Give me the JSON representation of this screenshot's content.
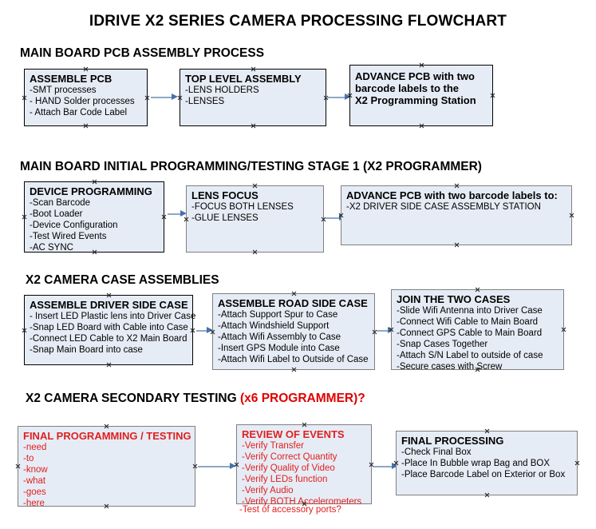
{
  "title": "IDRIVE X2  SERIES CAMERA PROCESSING FLOWCHART",
  "sections": [
    {
      "heading": "MAIN BOARD PCB ASSEMBLY PROCESS",
      "heading_accent": "",
      "nodes": [
        {
          "title": "ASSEMBLE PCB",
          "lines": [
            "-SMT processes",
            "- HAND Solder processes",
            "- Attach Bar Code Label"
          ]
        },
        {
          "title": "TOP LEVEL ASSEMBLY",
          "lines": [
            "-LENS HOLDERS",
            "-LENSES"
          ]
        },
        {
          "title_lines": [
            "ADVANCE PCB with two",
            "barcode labels to the",
            " X2 Programming Station"
          ]
        }
      ]
    },
    {
      "heading": "MAIN BOARD INITIAL PROGRAMMING/TESTING STAGE 1 (X2 PROGRAMMER)",
      "heading_accent": "",
      "nodes": [
        {
          "title": "DEVICE PROGRAMMING",
          "lines": [
            "-Scan Barcode",
            "-Boot Loader",
            "-Device Configuration",
            "-Test Wired Events",
            "-AC SYNC"
          ]
        },
        {
          "title": "LENS FOCUS",
          "lines": [
            "-FOCUS BOTH LENSES",
            "-GLUE LENSES"
          ]
        },
        {
          "title": "ADVANCE PCB with two barcode labels to:",
          "lines": [
            "-X2 DRIVER  SIDE  CASE  ASSEMBLY STATION"
          ]
        }
      ]
    },
    {
      "heading": "X2 CAMERA CASE ASSEMBLIES",
      "heading_accent": "",
      "nodes": [
        {
          "title": "ASSEMBLE DRIVER SIDE CASE",
          "lines": [
            "- Insert LED Plastic lens into Driver Case",
            "-Snap LED Board with Cable into Case",
            "-Connect LED Cable to X2 Main Board",
            "-Snap Main Board into case"
          ]
        },
        {
          "title": "ASSEMBLE ROAD SIDE CASE",
          "lines": [
            "-Attach Support Spur to Case",
            "-Attach Windshield Support",
            "-Attach Wifi Assembly to Case",
            "-Insert GPS Module into Case",
            "-Attach Wifi Label to Outside of Case"
          ]
        },
        {
          "title": "JOIN THE TWO CASES",
          "lines": [
            "-Slide Wifi Antenna into Driver Case",
            "-Connect Wifi Cable to Main Board",
            "-Connect GPS Cable to Main Board",
            "-Snap Cases Together",
            "-Attach S/N Label to outside of case",
            "-Secure cases with Screw"
          ]
        }
      ]
    },
    {
      "heading": "X2 CAMERA SECONDARY TESTING ",
      "heading_accent": "(x6 PROGRAMMER)?",
      "nodes": [
        {
          "title": "FINAL PROGRAMMING / TESTING",
          "lines": [
            "-need",
            "-to",
            "-know",
            "-what",
            "-goes",
            "-here"
          ]
        },
        {
          "title": "REVIEW OF EVENTS",
          "lines": [
            "-Verify Transfer",
            "-Verify Correct Quantity",
            "-Verify Quality of Video",
            "-Verify LEDs function",
            "-Verify Audio",
            "-Verify BOTH Accelerometers"
          ],
          "overflow_line": "-Test of accessory ports?"
        },
        {
          "title": "FINAL PROCESSING",
          "lines": [
            " -Check Final Box",
            "-Place In Bubble wrap Bag and BOX",
            "-Place Barcode Label on Exterior or Box"
          ]
        }
      ]
    }
  ],
  "colors": {
    "node_fill": "#e6ecf5",
    "node_border_black": "#000000",
    "node_border_gray": "#7f7f7f",
    "arrow_shaft": "#8fa8c4",
    "arrow_head": "#4472b0",
    "accent_red": "#e02020",
    "text": "#000000"
  }
}
